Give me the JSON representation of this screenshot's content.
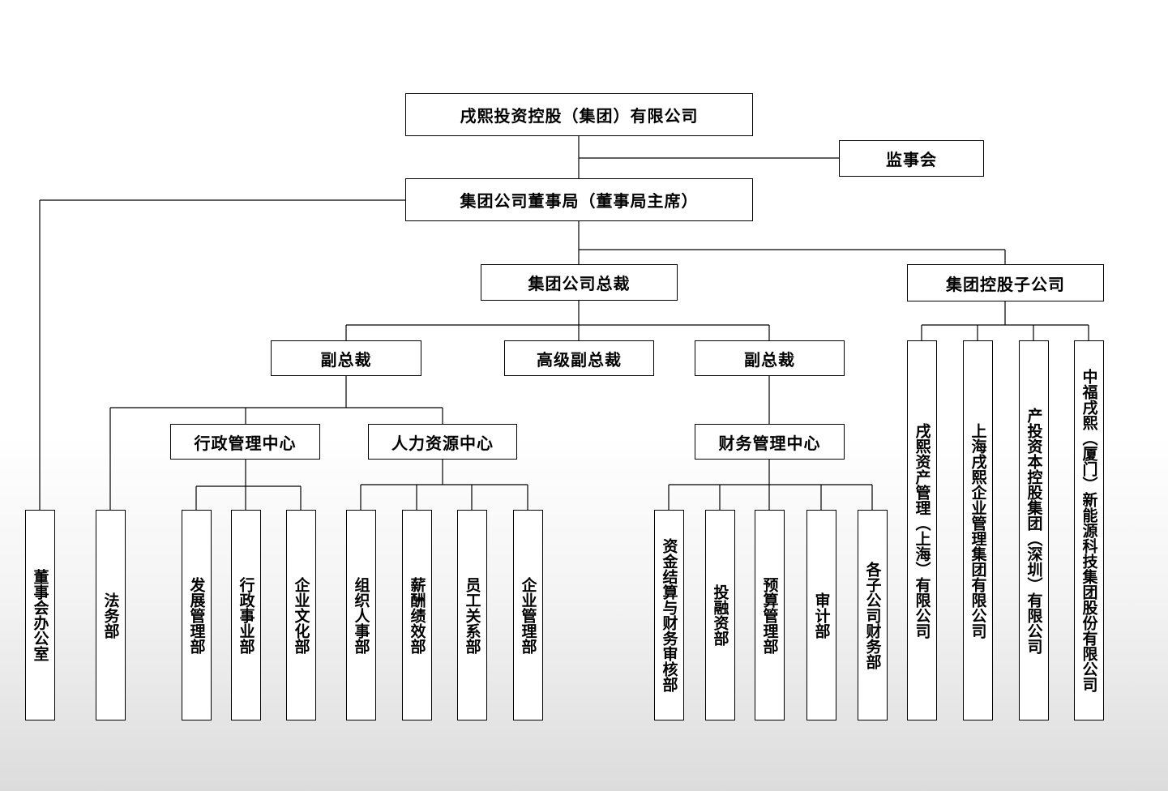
{
  "org": {
    "company": "戌熙投资控股（集团）有限公司",
    "supervisory_board": "监事会",
    "board": "集团公司董事局（董事局主席）",
    "president": "集团公司总裁",
    "subsidiaries": "集团控股子公司",
    "vp_left": "副总裁",
    "svp": "高级副总裁",
    "vp_right": "副总裁",
    "admin_center": "行政管理中心",
    "hr_center": "人力资源中心",
    "finance_center": "财务管理中心",
    "depts": {
      "board_office": "董事会办公室",
      "legal": "法务部",
      "development": "发展管理部",
      "admin_affairs": "行政事业部",
      "culture": "企业文化部",
      "personnel": "组织人事部",
      "compensation": "薪酬绩效部",
      "employee_relations": "员工关系部",
      "enterprise_mgmt": "企业管理部",
      "settlement_audit": "资金结算与财务审核部",
      "investment": "投融资部",
      "budget": "预算管理部",
      "audit": "审计部",
      "sub_finance": "各子公司财务部"
    },
    "subs": {
      "asset_mgmt": "戌熙资产管理（上海）有限公司",
      "shanghai_mgmt": "上海戌熙企业管理集团有限公司",
      "industry_capital": "产投资本控股集团（深圳）有限公司",
      "new_energy": "中福戌熙（厦门）新能源科技集团股份有限公司"
    }
  }
}
